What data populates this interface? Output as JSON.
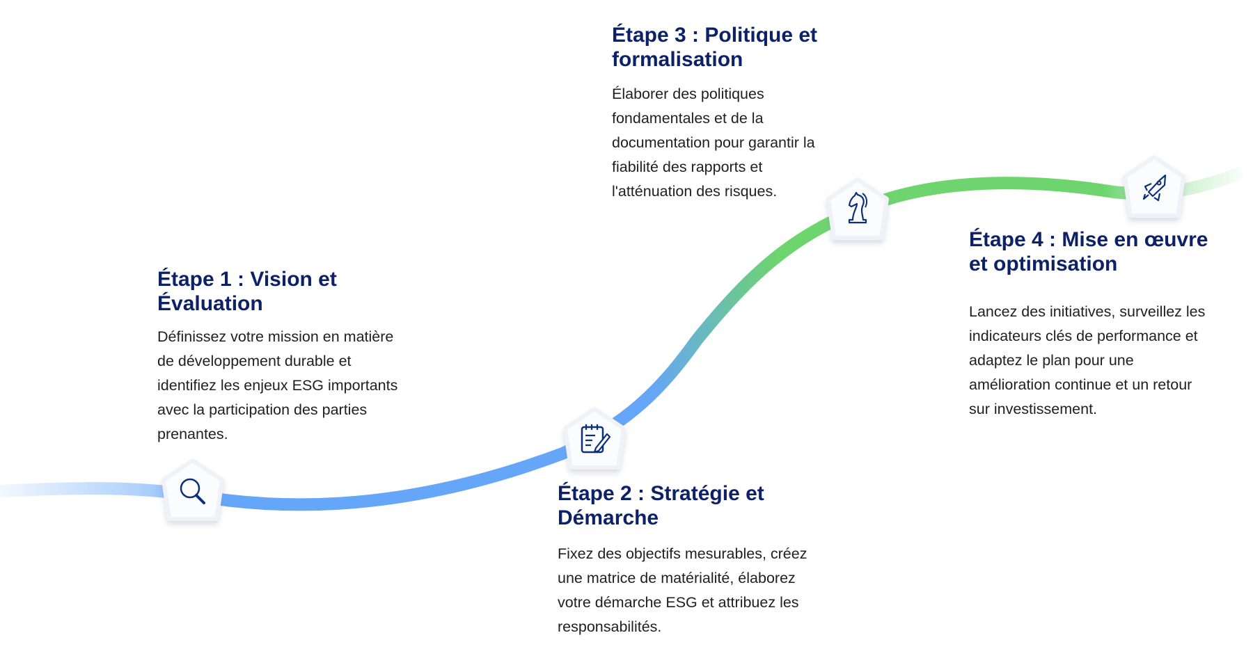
{
  "colors": {
    "title": "#0c2168",
    "text": "#1f1f1f",
    "blue": "#66a6f8",
    "green": "#6dd46e",
    "icon": "#0c2f7a"
  },
  "steps": [
    {
      "title_l1": "Étape 1 : Vision et",
      "title_l2": "Évaluation",
      "body": [
        "Définissez votre mission en matière",
        "de développement durable et",
        "identifiez les enjeux ESG importants",
        "avec la participation des parties",
        "prenantes."
      ],
      "icon": "search-icon"
    },
    {
      "title_l1": "Étape 2 : Stratégie et",
      "title_l2": "Démarche",
      "body": [
        "Fixez des objectifs mesurables, créez",
        "une matrice de matérialité, élaborez",
        "votre démarche ESG et attribuez les",
        "responsabilités."
      ],
      "icon": "notes-pencil-icon"
    },
    {
      "title_l1": "Étape 3 : Politique et",
      "title_l2": "formalisation",
      "body": [
        "Élaborer des politiques",
        "fondamentales et de la",
        "documentation pour garantir la",
        "fiabilité des rapports et",
        "l'atténuation des risques."
      ],
      "icon": "chess-knight-icon"
    },
    {
      "title_l1": "Étape 4 : Mise en œuvre",
      "title_l2": "et optimisation",
      "body": [
        "Lancez des initiatives, surveillez les",
        "indicateurs clés de performance et",
        "adaptez le plan pour une",
        "amélioration continue et un retour",
        "sur investissement."
      ],
      "icon": "rocket-icon"
    }
  ]
}
